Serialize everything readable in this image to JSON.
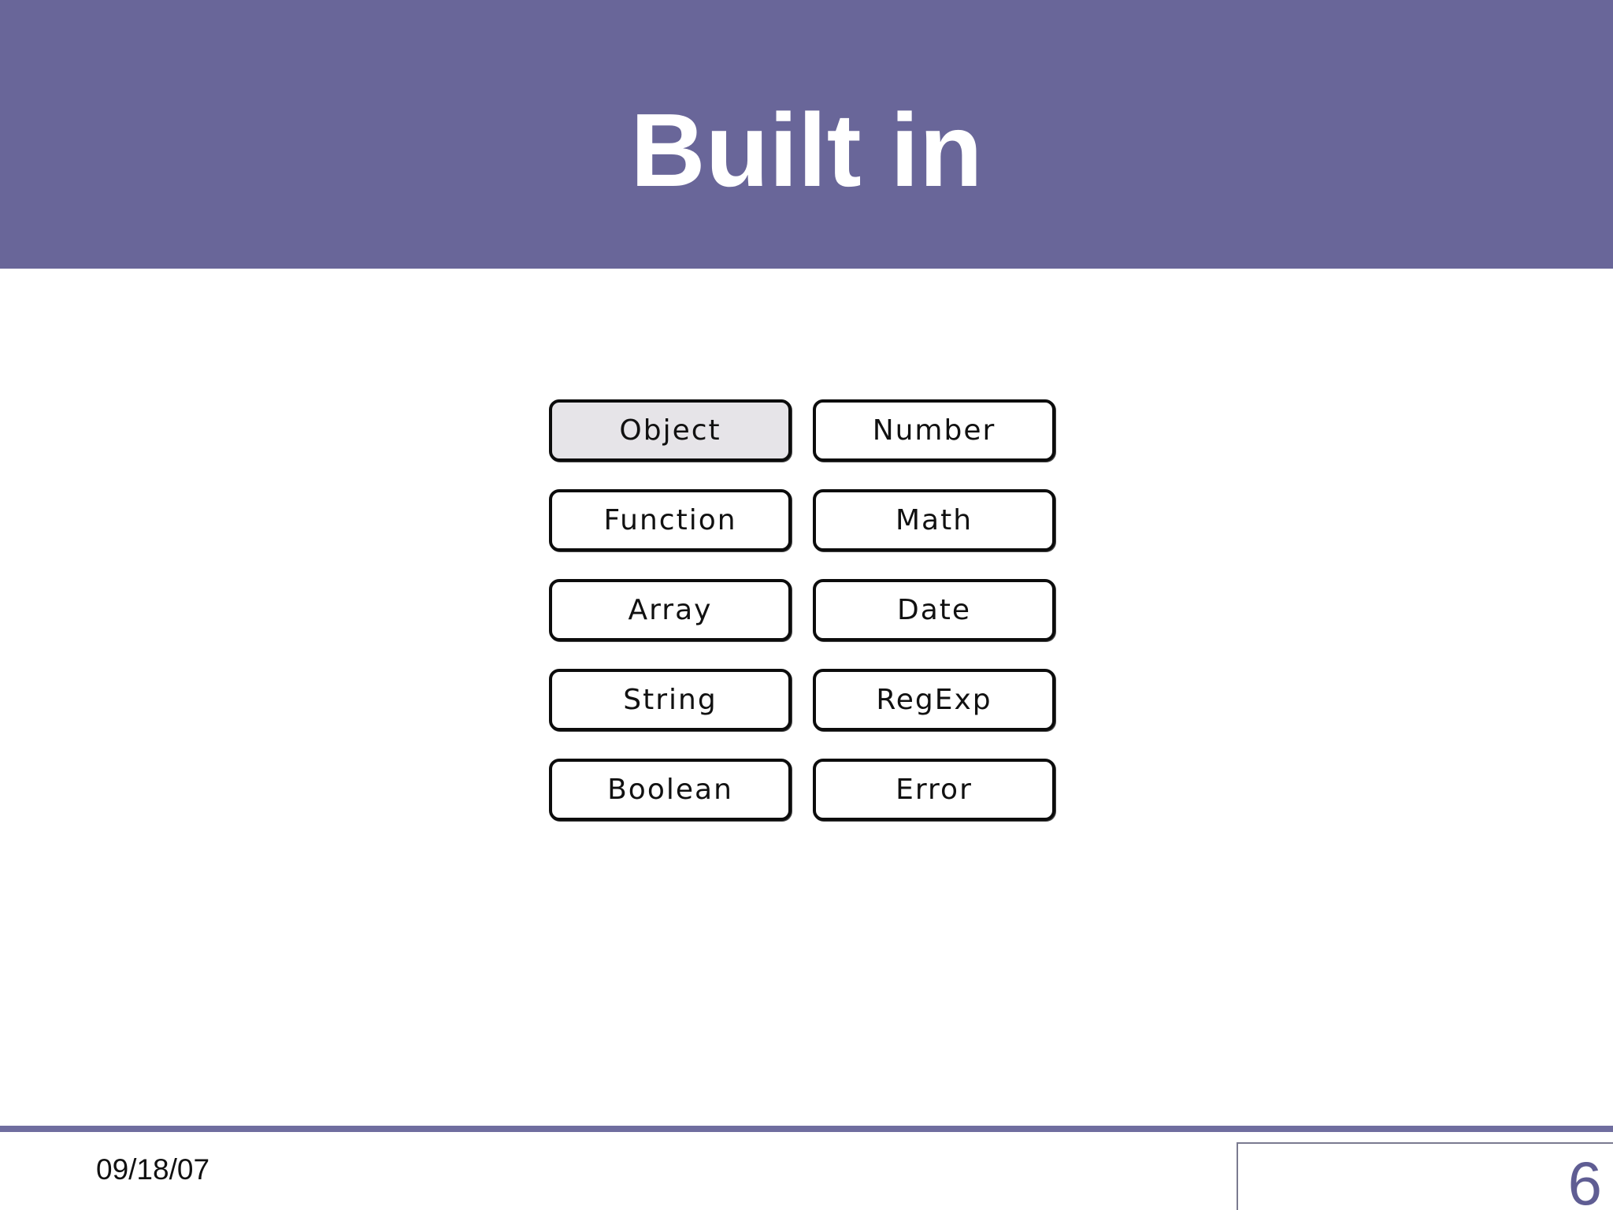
{
  "slide": {
    "title": "Built in",
    "footer": {
      "date": "09/18/07",
      "page_number": "6"
    }
  },
  "builtins": [
    {
      "label": "Object",
      "selected": true
    },
    {
      "label": "Number",
      "selected": false
    },
    {
      "label": "Function",
      "selected": false
    },
    {
      "label": "Math",
      "selected": false
    },
    {
      "label": "Array",
      "selected": false
    },
    {
      "label": "Date",
      "selected": false
    },
    {
      "label": "String",
      "selected": false
    },
    {
      "label": "RegExp",
      "selected": false
    },
    {
      "label": "Boolean",
      "selected": false
    },
    {
      "label": "Error",
      "selected": false
    }
  ],
  "colors": {
    "title_bar": "#696699",
    "title_text": "#ffffff",
    "footer_rule": "#6f6d9f",
    "page_number": "#5f5d93",
    "selected_button_fill": "#e6e4e8"
  }
}
